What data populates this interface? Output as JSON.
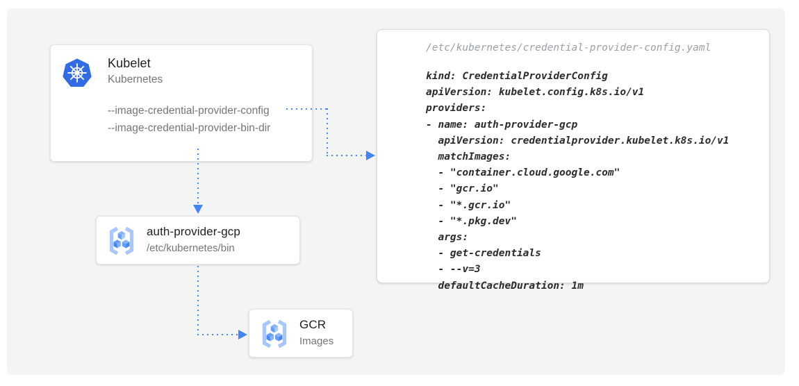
{
  "kubelet_box": {
    "title": "Kubelet",
    "subtitle": "Kubernetes",
    "flags": [
      "--image-credential-provider-config",
      "--image-credential-provider-bin-dir"
    ]
  },
  "auth_provider_box": {
    "title": "auth-provider-gcp",
    "subtitle": "/etc/kubernetes/bin"
  },
  "gcr_box": {
    "title": "GCR",
    "subtitle": "Images"
  },
  "code_panel": {
    "filename": "/etc/kubernetes/credential-provider-config.yaml",
    "code": "kind: CredentialProviderConfig\napiVersion: kubelet.config.k8s.io/v1\nproviders:\n- name: auth-provider-gcp\n  apiVersion: credentialprovider.kubelet.k8s.io/v1\n  matchImages:\n  - \"container.cloud.google.com\"\n  - \"gcr.io\"\n  - \"*.gcr.io\"\n  - \"*.pkg.dev\"\n  args:\n  - get-credentials\n  - --v=3\n  defaultCacheDuration: 1m"
  },
  "icons": {
    "kubelet": "kubernetes-icon",
    "auth_provider": "gcr-icon",
    "gcr": "gcr-icon"
  },
  "colors": {
    "arrow_blue": "#4285f4",
    "k8s_blue": "#326ce5",
    "title_text": "#212121",
    "muted_text": "#757575",
    "code_text": "#2b2b2b",
    "code_filename": "#9aa0a6",
    "panel_bg": "#f4f4f4",
    "box_border": "#e4e4e4"
  }
}
